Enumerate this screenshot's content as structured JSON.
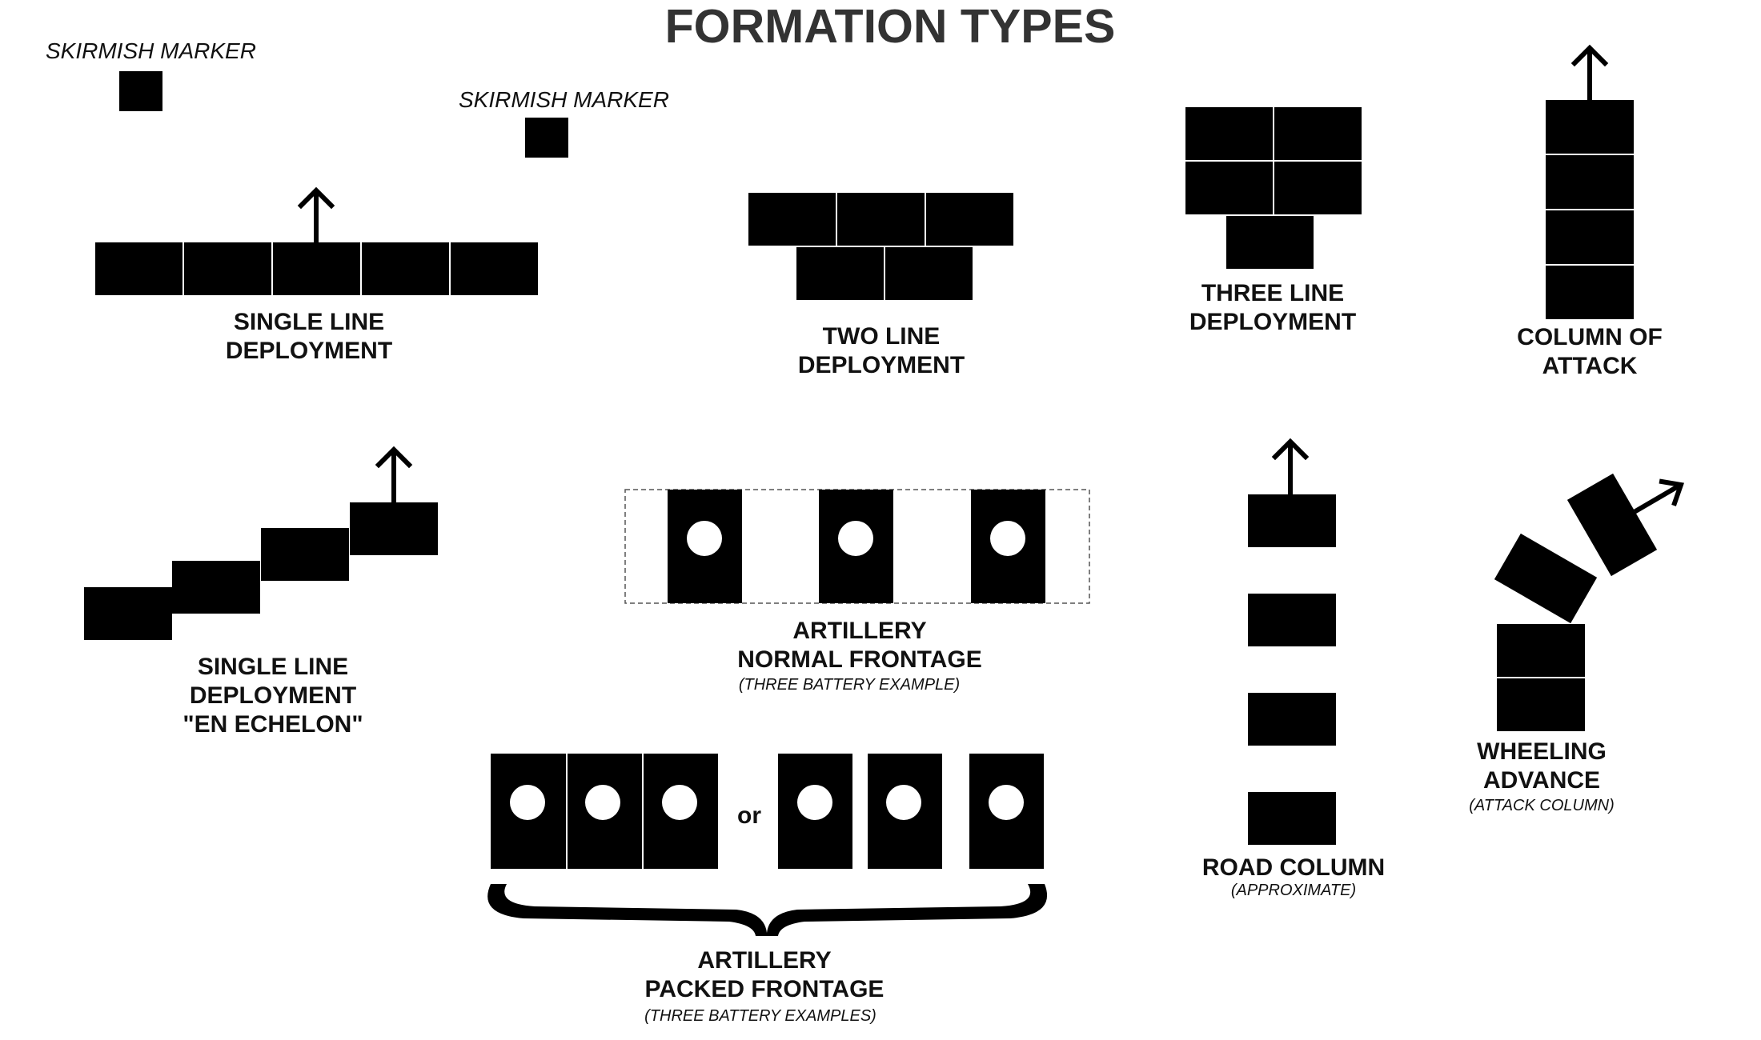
{
  "title": "FORMATION TYPES",
  "skirmish_marker_1": "SKIRMISH MARKER",
  "skirmish_marker_2": "SKIRMISH MARKER",
  "single_line": {
    "line1": "SINGLE LINE",
    "line2": "DEPLOYMENT"
  },
  "two_line": {
    "line1": "TWO LINE",
    "line2": "DEPLOYMENT"
  },
  "three_line": {
    "line1": "THREE LINE",
    "line2": "DEPLOYMENT"
  },
  "column_of_attack": {
    "line1": "COLUMN OF",
    "line2": "ATTACK"
  },
  "en_echelon": {
    "line1": "SINGLE LINE",
    "line2": "DEPLOYMENT",
    "line3": "\"EN ECHELON\""
  },
  "artillery_normal": {
    "line1": "ARTILLERY",
    "line2": "NORMAL FRONTAGE",
    "note": "(THREE BATTERY EXAMPLE)"
  },
  "artillery_packed": {
    "line1": "ARTILLERY",
    "line2": "PACKED FRONTAGE",
    "note": "(THREE BATTERY EXAMPLES)",
    "or": "or"
  },
  "road_column": {
    "line1": "ROAD COLUMN",
    "note": "(APPROXIMATE)"
  },
  "wheeling_advance": {
    "line1": "WHEELING",
    "line2": "ADVANCE",
    "note": "(ATTACK COLUMN)"
  },
  "colors": {
    "unit": "#000000",
    "title": "#333333",
    "background": "#ffffff"
  }
}
